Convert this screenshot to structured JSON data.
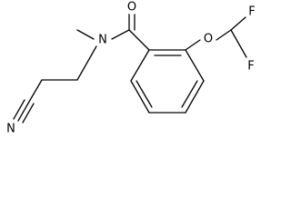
{
  "molecule": {
    "atoms": {
      "carbonyl_oxygen": "O",
      "amide_nitrogen": "N",
      "ether_oxygen": "O",
      "fluorine_upper": "F",
      "fluorine_lower": "F",
      "nitrile_nitrogen": "N"
    },
    "colors": {
      "bond": "#000000",
      "label": "#000000",
      "background": "#ffffff"
    }
  }
}
